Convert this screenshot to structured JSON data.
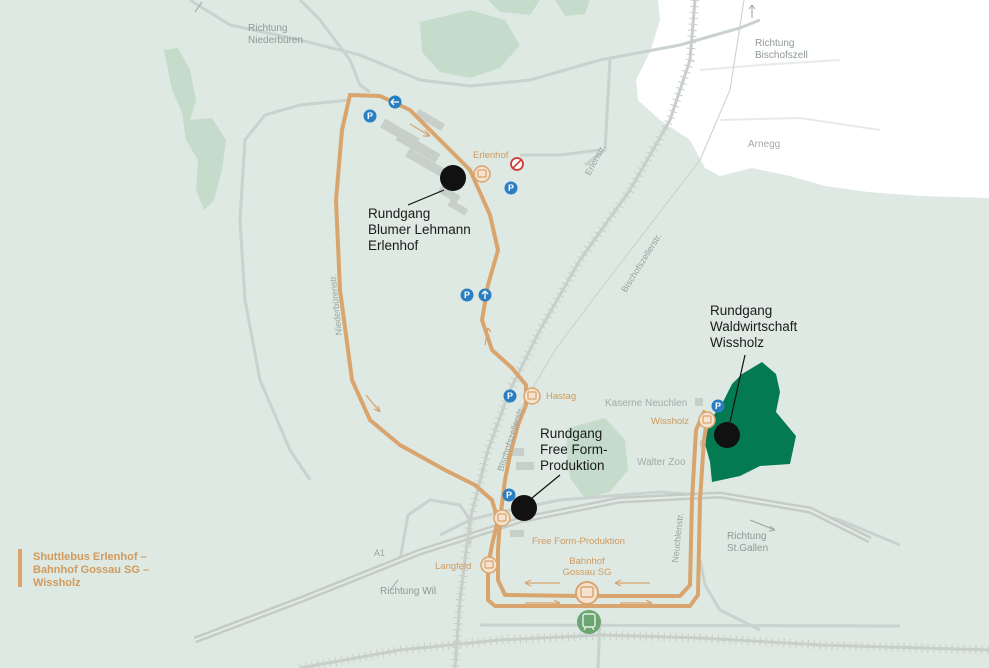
{
  "colors": {
    "background": "#dde9e2",
    "road": "#c9d2ce",
    "highway": "#b9c2be",
    "railway": "#c8cfcb",
    "forest": "#c5dccc",
    "urban": "#ffffff",
    "route": "#d9a46e",
    "tour_point": "#111111",
    "highlight_forest": "#047a52",
    "parking": "#2a7fc2",
    "bahnhof": "#6aa572"
  },
  "directions": {
    "niederbueren": [
      "Richtung",
      "Niederbüren"
    ],
    "bischofszell": [
      "Richtung",
      "Bischofszell"
    ],
    "stgallen": [
      "Richtung",
      "St.Gallen"
    ],
    "wil": "Richtung Wil"
  },
  "places": {
    "arnegg": "Arnegg",
    "kaserne": "Kaserne Neuchlen",
    "walter_zoo": "Walter Zoo"
  },
  "streets": {
    "erlenstr": "Erlenstr.",
    "niederbuerenstr": "Niederbürenstr.",
    "bischofszellerstr_1": "Bischofszellerstr.",
    "bischofszellerstr_2": "Bischofszellerstr.",
    "neuchlenstr": "Neuchlenstr.",
    "a1": "A1"
  },
  "stops": {
    "erlenhof": "Erlenhof",
    "hastag": "Hastag",
    "wissholz": "Wissholz",
    "free_form": "Free Form-Produktion",
    "langfeld": "Langfeld",
    "bahnhof": [
      "Bahnhof",
      "Gossau SG"
    ]
  },
  "tours": {
    "erlenhof": [
      "Rundgang",
      "Blumer Lehmann",
      "Erlenhof"
    ],
    "wissholz": [
      "Rundgang",
      "Waldwirtschaft",
      "Wissholz"
    ],
    "freeform": [
      "Rundgang",
      "Free Form-",
      "Produktion"
    ]
  },
  "legend": [
    "Shuttlebus Erlenhof –",
    "Bahnhof Gossau SG –",
    "Wissholz"
  ],
  "icons": [
    "parking-icon",
    "arrow-left-icon",
    "arrow-up-icon",
    "no-entry-icon",
    "bus-icon",
    "train-icon"
  ]
}
